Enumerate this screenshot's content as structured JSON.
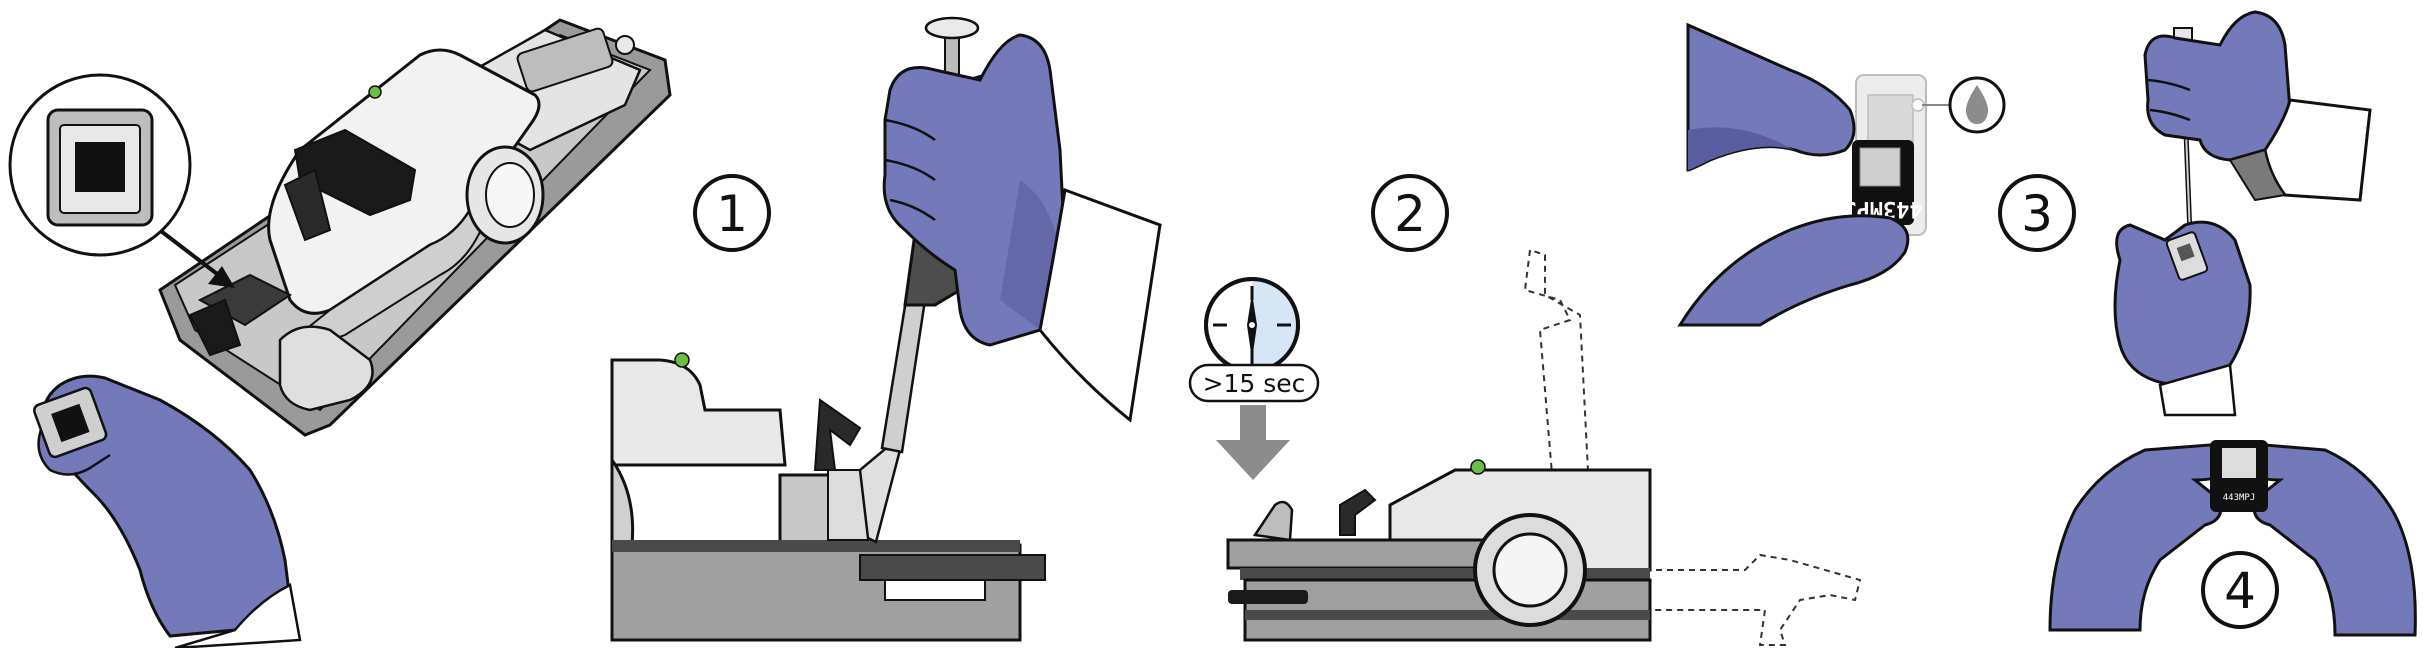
{
  "steps": {
    "one": "1",
    "two": "2",
    "three": "3",
    "four": "4"
  },
  "timer": {
    "label": ">15 sec"
  },
  "chip": {
    "id_text": "443MPJ",
    "id_text_small": "443MPJ"
  },
  "icons": {
    "clock": "clock-icon",
    "drop": "water-drop-icon",
    "arrow": "down-arrow-icon"
  },
  "colors": {
    "glove": "#7479b9",
    "glove_shadow": "#5a5e9e",
    "device_gray": "#8c8c8c",
    "device_light": "#dcdcdc",
    "outline": "#111111",
    "led_green": "#6bbd45",
    "clock_face": "#d6e6f5"
  }
}
